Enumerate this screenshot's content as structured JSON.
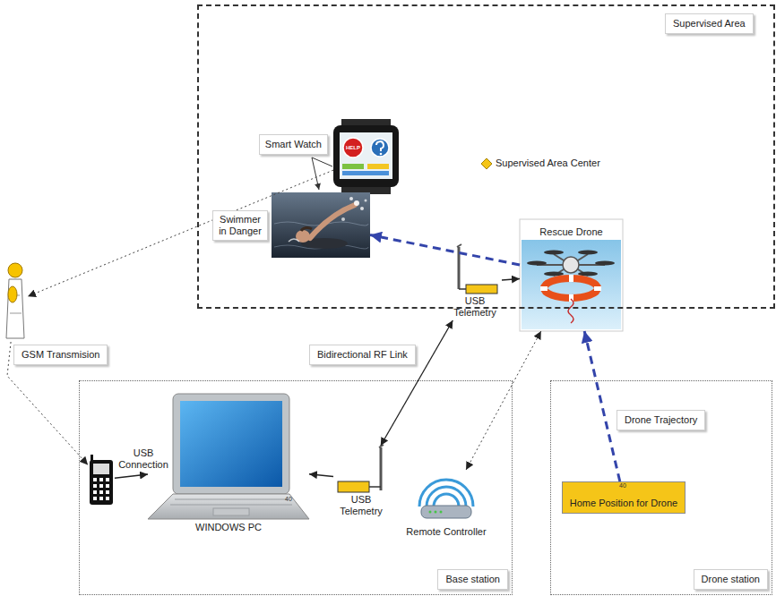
{
  "diagram": {
    "nodes": [
      {
        "text": [
          "Supervised Area"
        ]
      },
      {
        "text": [
          "Smart Watch"
        ],
        "in": 0
      },
      {
        "text": [
          "Swimmer in Danger"
        ],
        "in": 0
      },
      {
        "text": [
          "USB Telemetry"
        ],
        "in": 0
      },
      {
        "text": [
          "Rescue Drone"
        ],
        "in": 0
      },
      {
        "text": [
          "GSM Transmision"
        ]
      },
      {
        "text": [
          "Base station"
        ]
      },
      {
        "text": [],
        "in": 6
      },
      {
        "text": [
          "WINDOWS PC"
        ],
        "in": 6
      },
      {
        "text": [
          "USB Telemetry"
        ],
        "in": 6
      },
      {
        "text": [
          "Remote Controller"
        ],
        "in": 6
      },
      {
        "text": [
          "Drone station"
        ]
      },
      {
        "text": [
          "Home Position for Drone"
        ],
        "in": 11
      }
    ],
    "edges": [
      {
        "from": 1,
        "to": 5,
        "arrow": "to"
      },
      {
        "from": 5,
        "to": 7,
        "arrow": "to"
      },
      {
        "from": 7,
        "to": 8,
        "arrow": "to",
        "label": "USB Connection"
      },
      {
        "from": 9,
        "to": 8,
        "arrow": "to"
      },
      {
        "from": 9,
        "to": 3,
        "arrow": "both",
        "label": "Bidirectional RF Link"
      },
      {
        "from": 3,
        "to": 4,
        "arrow": "to"
      },
      {
        "from": 10,
        "to": 4,
        "arrow": "both"
      },
      {
        "from": 4,
        "to": 2,
        "arrow": "to"
      },
      {
        "from": 12,
        "to": 4,
        "arrow": "to",
        "label": "Drone Trajectory"
      }
    ],
    "labels": [
      "HELP",
      "Supervised Area Center",
      "40",
      "40"
    ]
  }
}
